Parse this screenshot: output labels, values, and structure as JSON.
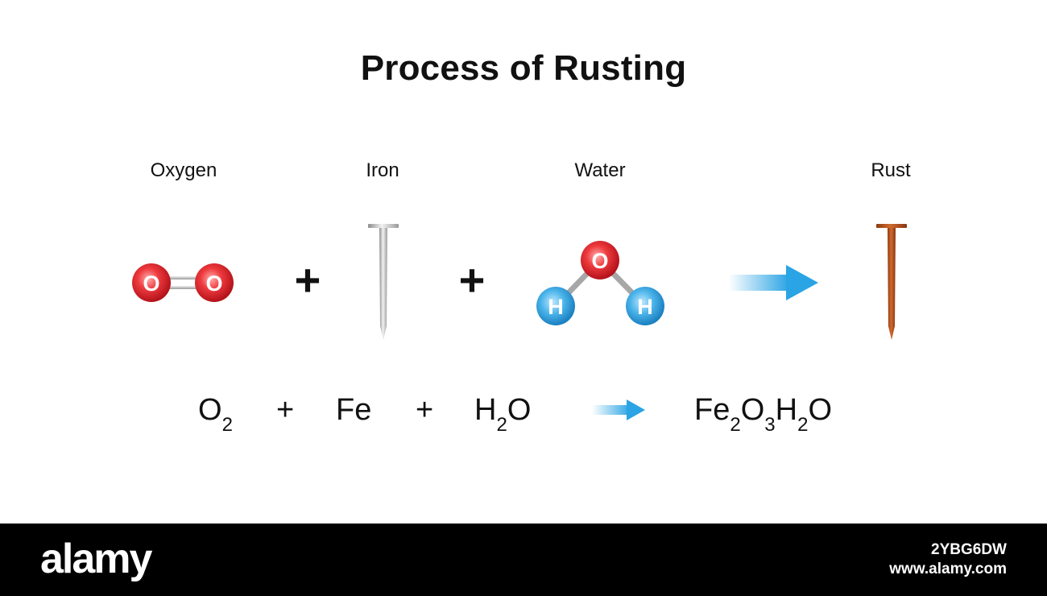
{
  "title": "Process of Rusting",
  "labels": {
    "oxygen": "Oxygen",
    "iron": "Iron",
    "water": "Water",
    "rust": "Rust"
  },
  "atoms": {
    "oxygen_symbol": "O",
    "hydrogen_symbol": "H"
  },
  "operators": {
    "plus": "+"
  },
  "equation": {
    "oxygen": {
      "base": "O",
      "sub": "2"
    },
    "iron": "Fe",
    "water": {
      "h": "H",
      "h_sub": "2",
      "o": "O"
    },
    "product": {
      "fe": "Fe",
      "fe_sub": "2",
      "o": "O",
      "o_sub": "3",
      "h": "H",
      "h_sub": "2",
      "o2": "O"
    }
  },
  "colors": {
    "oxygen_atom": "#e8202a",
    "hydrogen_atom": "#3aa8e0",
    "iron_nail": "#b8b8b8",
    "rust_nail": "#b5531c",
    "arrow": "#2aa4e4"
  },
  "footer": {
    "brand": "alamy",
    "image_id": "2YBG6DW",
    "site": "www.alamy.com"
  }
}
